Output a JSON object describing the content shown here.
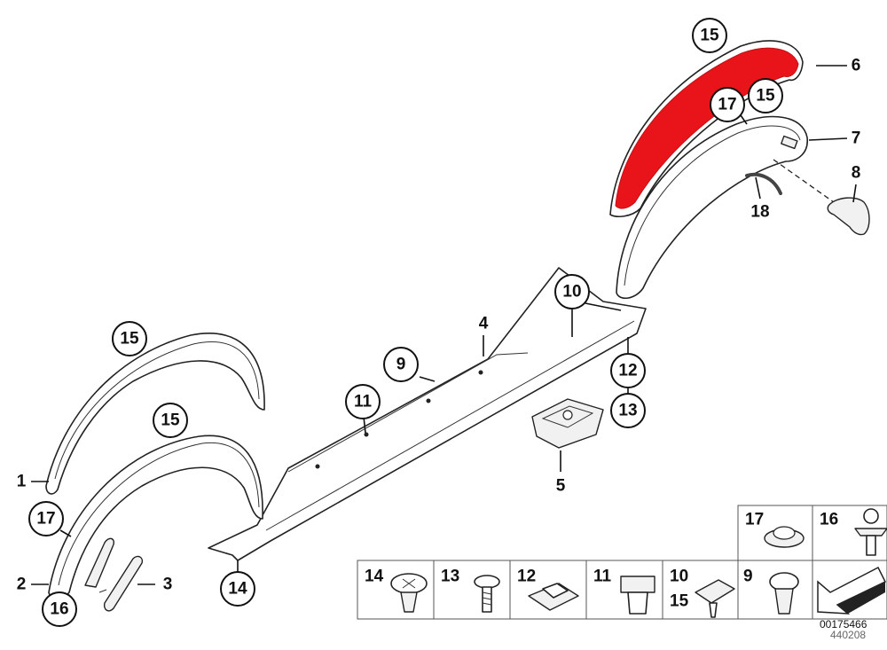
{
  "callouts": {
    "c15_top": "15",
    "c6": "6",
    "c17_upper": "17",
    "c15_upper": "15",
    "c7": "7",
    "c8": "8",
    "c18": "18",
    "c10": "10",
    "c4": "4",
    "c9": "9",
    "c11": "11",
    "c12": "12",
    "c13": "13",
    "c5": "5",
    "c15_left1": "15",
    "c15_left2": "15",
    "c1": "1",
    "c17_lower": "17",
    "c2": "2",
    "c3": "3",
    "c16": "16",
    "c14": "14"
  },
  "parts_table": {
    "top_row": [
      "17",
      "16"
    ],
    "bottom_row": [
      "14",
      "13",
      "12",
      "11",
      "10",
      "9"
    ],
    "extra_label": "15"
  },
  "codes": {
    "primary": "00175466",
    "secondary": "440208"
  },
  "colors": {
    "highlight": "#e8141a",
    "line": "#222222"
  }
}
